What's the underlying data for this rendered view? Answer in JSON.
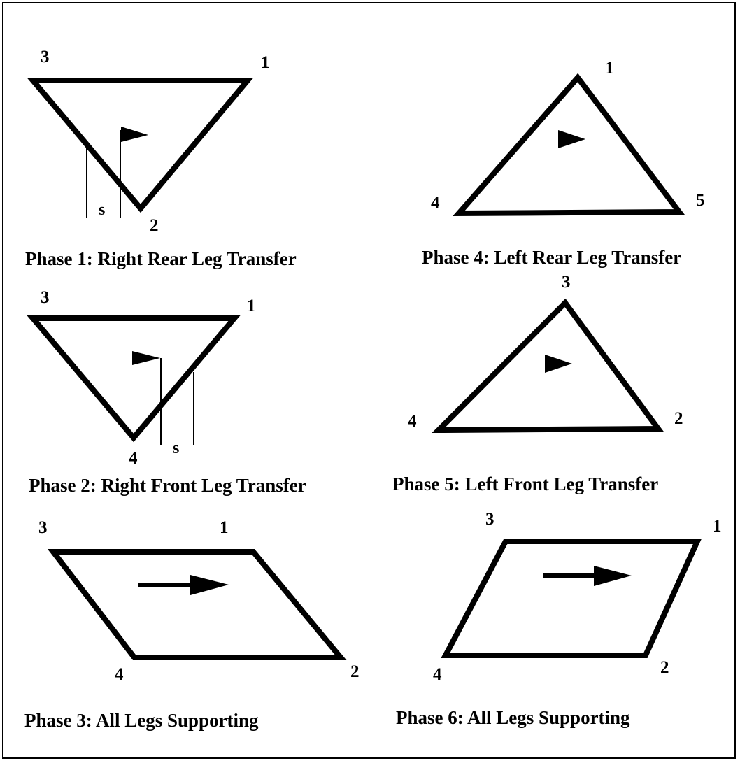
{
  "colors": {
    "stroke": "#000000",
    "background": "#ffffff"
  },
  "panels": [
    {
      "caption": "Phase 1: Right Rear Leg Transfer",
      "vertex_labels": [
        "3",
        "1",
        "2"
      ],
      "stability_margin_label": "s",
      "direction_marker": "flag-icon"
    },
    {
      "caption": "Phase 4: Left Rear Leg Transfer",
      "vertex_labels": [
        "1",
        "4",
        "5"
      ],
      "direction_marker": "triangle-arrow-icon"
    },
    {
      "caption": "Phase 2: Right Front Leg Transfer",
      "vertex_labels": [
        "3",
        "1",
        "4"
      ],
      "stability_margin_label": "s",
      "direction_marker": "flag-icon"
    },
    {
      "caption": "Phase 5: Left Front Leg Transfer",
      "vertex_labels": [
        "3",
        "4",
        "2"
      ],
      "direction_marker": "triangle-arrow-icon"
    },
    {
      "caption": "Phase 3: All Legs Supporting",
      "vertex_labels": [
        "3",
        "1",
        "4",
        "2"
      ],
      "direction_marker": "arrow-right-icon"
    },
    {
      "caption": "Phase 6: All Legs Supporting",
      "vertex_labels": [
        "3",
        "1",
        "4",
        "2"
      ],
      "direction_marker": "arrow-right-icon"
    }
  ]
}
